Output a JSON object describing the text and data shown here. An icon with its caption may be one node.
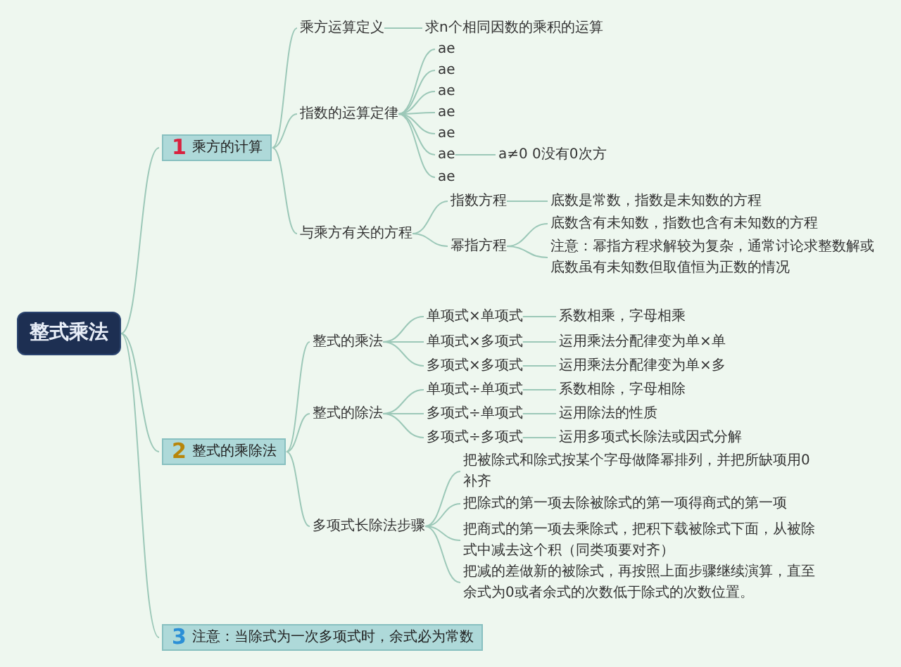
{
  "diagram": {
    "nodes": [
      {
        "text": [
          "整式乘法"
        ]
      },
      {
        "text": [
          "1",
          "乘方的计算"
        ]
      },
      {
        "text": [
          "乘方运算定义"
        ]
      },
      {
        "text": [
          "求n个相同因数的乘积的运算"
        ]
      },
      {
        "text": [
          "指数的运算定律"
        ]
      },
      {
        "text": [
          "ae"
        ]
      },
      {
        "text": [
          "ae"
        ]
      },
      {
        "text": [
          "ae"
        ]
      },
      {
        "text": [
          "ae"
        ]
      },
      {
        "text": [
          "ae"
        ]
      },
      {
        "text": [
          "ae"
        ]
      },
      {
        "text": [
          "ae"
        ]
      },
      {
        "text": [
          "a≠0 0没有0次方"
        ]
      },
      {
        "text": [
          "与乘方有关的方程"
        ]
      },
      {
        "text": [
          "指数方程"
        ]
      },
      {
        "text": [
          "底数是常数，指数是未知数的方程"
        ]
      },
      {
        "text": [
          "幂指方程"
        ]
      },
      {
        "text": [
          "底数含有未知数，指数也含有未知数的方程"
        ]
      },
      {
        "text": [
          "注意：幂指方程求解较为复杂，通常讨论求整数解或底数虽有未知数但取值恒为正数的情况"
        ]
      },
      {
        "text": [
          "2",
          "整式的乘除法"
        ]
      },
      {
        "text": [
          "整式的乘法"
        ]
      },
      {
        "text": [
          "单项式×单项式"
        ]
      },
      {
        "text": [
          "系数相乘，字母相乘"
        ]
      },
      {
        "text": [
          "单项式×多项式"
        ]
      },
      {
        "text": [
          "运用乘法分配律变为单×单"
        ]
      },
      {
        "text": [
          "多项式×多项式"
        ]
      },
      {
        "text": [
          "运用乘法分配律变为单×多"
        ]
      },
      {
        "text": [
          "整式的除法"
        ]
      },
      {
        "text": [
          "单项式÷单项式"
        ]
      },
      {
        "text": [
          "系数相除，字母相除"
        ]
      },
      {
        "text": [
          "多项式÷单项式"
        ]
      },
      {
        "text": [
          "运用除法的性质"
        ]
      },
      {
        "text": [
          "多项式÷多项式"
        ]
      },
      {
        "text": [
          "运用多项式长除法或因式分解"
        ]
      },
      {
        "text": [
          "多项式长除法步骤"
        ]
      },
      {
        "text": [
          "把被除式和除式按某个字母做降幂排列，并把所缺项用0补齐"
        ]
      },
      {
        "text": [
          "把除式的第一项去除被除式的第一项得商式的第一项"
        ]
      },
      {
        "text": [
          "把商式的第一项去乘除式，把积下载被除式下面，从被除式中减去这个积（同类项要对齐）"
        ]
      },
      {
        "text": [
          "把减的差做新的被除式，再按照上面步骤继续演算，直至余式为0或者余式的次数低于除式的次数位置。"
        ]
      },
      {
        "text": [
          "3",
          "注意：当除式为一次多项式时，余式必为常数"
        ]
      }
    ],
    "edges": [
      {
        "from": 0,
        "to": 1,
        "arrow": "none"
      },
      {
        "from": 0,
        "to": 19,
        "arrow": "none"
      },
      {
        "from": 0,
        "to": 39,
        "arrow": "none"
      },
      {
        "from": 1,
        "to": 2,
        "arrow": "none"
      },
      {
        "from": 1,
        "to": 4,
        "arrow": "none"
      },
      {
        "from": 1,
        "to": 13,
        "arrow": "none"
      },
      {
        "from": 2,
        "to": 3,
        "arrow": "none"
      },
      {
        "from": 4,
        "to": 5,
        "arrow": "none"
      },
      {
        "from": 4,
        "to": 6,
        "arrow": "none"
      },
      {
        "from": 4,
        "to": 7,
        "arrow": "none"
      },
      {
        "from": 4,
        "to": 8,
        "arrow": "none"
      },
      {
        "from": 4,
        "to": 9,
        "arrow": "none"
      },
      {
        "from": 4,
        "to": 10,
        "arrow": "none"
      },
      {
        "from": 4,
        "to": 11,
        "arrow": "none"
      },
      {
        "from": 10,
        "to": 12,
        "arrow": "none"
      },
      {
        "from": 13,
        "to": 14,
        "arrow": "none"
      },
      {
        "from": 13,
        "to": 16,
        "arrow": "none"
      },
      {
        "from": 14,
        "to": 15,
        "arrow": "none"
      },
      {
        "from": 16,
        "to": 17,
        "arrow": "none"
      },
      {
        "from": 16,
        "to": 18,
        "arrow": "none"
      },
      {
        "from": 19,
        "to": 20,
        "arrow": "none"
      },
      {
        "from": 19,
        "to": 27,
        "arrow": "none"
      },
      {
        "from": 19,
        "to": 34,
        "arrow": "none"
      },
      {
        "from": 20,
        "to": 21,
        "arrow": "none"
      },
      {
        "from": 20,
        "to": 23,
        "arrow": "none"
      },
      {
        "from": 20,
        "to": 25,
        "arrow": "none"
      },
      {
        "from": 21,
        "to": 22,
        "arrow": "none"
      },
      {
        "from": 23,
        "to": 24,
        "arrow": "none"
      },
      {
        "from": 25,
        "to": 26,
        "arrow": "none"
      },
      {
        "from": 27,
        "to": 28,
        "arrow": "none"
      },
      {
        "from": 27,
        "to": 30,
        "arrow": "none"
      },
      {
        "from": 27,
        "to": 32,
        "arrow": "none"
      },
      {
        "from": 28,
        "to": 29,
        "arrow": "none"
      },
      {
        "from": 30,
        "to": 31,
        "arrow": "none"
      },
      {
        "from": 32,
        "to": 33,
        "arrow": "none"
      },
      {
        "from": 34,
        "to": 35,
        "arrow": "none"
      },
      {
        "from": 34,
        "to": 36,
        "arrow": "none"
      },
      {
        "from": 34,
        "to": 37,
        "arrow": "none"
      },
      {
        "from": 34,
        "to": 38,
        "arrow": "none"
      }
    ]
  }
}
